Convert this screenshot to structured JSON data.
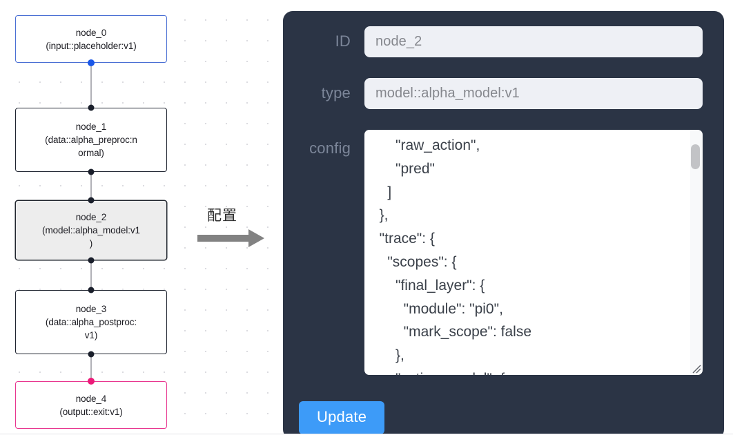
{
  "canvas": {
    "background_color": "#ffffff",
    "grid_dot_color": "#d8d8dd",
    "nodes": [
      {
        "id": "node_0",
        "title": "node_0",
        "subtitle": "(input::placeholder:v1)",
        "kind": "input",
        "border_color": "#4a6fd4",
        "handle_color": "#1a57e8",
        "selected": false
      },
      {
        "id": "node_1",
        "title": "node_1",
        "subtitle": "(data::alpha_preproc:n",
        "subtitle2": "ormal)",
        "kind": "default",
        "border_color": "#1f2430",
        "handle_color": "#1a1f2b",
        "selected": false
      },
      {
        "id": "node_2",
        "title": "node_2",
        "subtitle": "(model::alpha_model:v1",
        "subtitle2": ")",
        "kind": "default",
        "border_color": "#22272f",
        "handle_color": "#1a1f2b",
        "selected": true
      },
      {
        "id": "node_3",
        "title": "node_3",
        "subtitle": "(data::alpha_postproc:",
        "subtitle2": "v1)",
        "kind": "default",
        "border_color": "#1f2430",
        "handle_color": "#1a1f2b",
        "selected": false
      },
      {
        "id": "node_4",
        "title": "node_4",
        "subtitle": "(output::exit:v1)",
        "kind": "output",
        "border_color": "#e8368f",
        "handle_color": "#ec1b79",
        "selected": false
      }
    ]
  },
  "annotation": {
    "label": "配置",
    "arrow_color": "#828282",
    "icon": "right-arrow-icon"
  },
  "panel": {
    "background_color": "#2b3445",
    "fields": {
      "id": {
        "label": "ID",
        "value": "node_2",
        "placeholder": "node_2"
      },
      "type": {
        "label": "type",
        "value": "model::alpha_model:v1",
        "placeholder": "model::alpha_model:v1"
      },
      "config": {
        "label": "config",
        "value": "      \"raw_action\",\n      \"pred\"\n    ]\n  },\n  \"trace\": {\n    \"scopes\": {\n      \"final_layer\": {\n        \"module\": \"pi0\",\n        \"mark_scope\": false\n      },\n      \"action_model\": {",
        "scrollbar": {
          "thumb_color": "#c2c3c6",
          "position": "near-top"
        }
      }
    },
    "update_button": {
      "label": "Update",
      "color": "#3d9bf8"
    }
  }
}
